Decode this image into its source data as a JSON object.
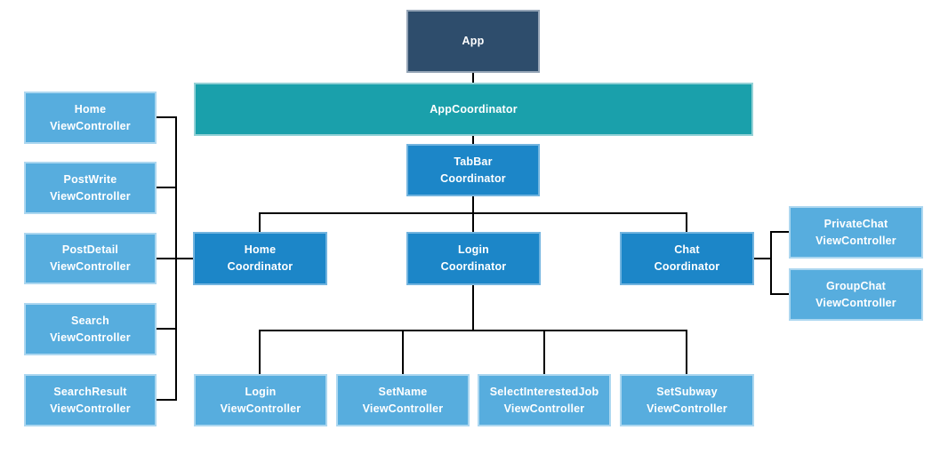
{
  "palette": {
    "background": "#FFFFFF",
    "text": "#FFFFFF",
    "line": "#000000",
    "dark_navy": "#2E4D6C",
    "teal": "#1AA0AB",
    "blue": "#1C86C8",
    "light_blue": "#57ADDE"
  },
  "nodes": {
    "app": {
      "label": "App",
      "type": "root"
    },
    "app_coordinator": {
      "label": "AppCoordinator",
      "type": "coordinator"
    },
    "tabbar_coordinator": {
      "label": "TabBar\nCoordinator",
      "type": "coordinator"
    },
    "home_coordinator": {
      "label": "Home\nCoordinator",
      "type": "coordinator"
    },
    "login_coordinator": {
      "label": "Login\nCoordinator",
      "type": "coordinator"
    },
    "chat_coordinator": {
      "label": "Chat\nCoordinator",
      "type": "coordinator"
    },
    "home_vc": {
      "label": "Home\nViewController",
      "type": "view-controller"
    },
    "postwrite_vc": {
      "label": "PostWrite\nViewController",
      "type": "view-controller"
    },
    "postdetail_vc": {
      "label": "PostDetail\nViewController",
      "type": "view-controller"
    },
    "search_vc": {
      "label": "Search\nViewController",
      "type": "view-controller"
    },
    "searchresult_vc": {
      "label": "SearchResult\nViewController",
      "type": "view-controller"
    },
    "privatechat_vc": {
      "label": "PrivateChat\nViewController",
      "type": "view-controller"
    },
    "groupchat_vc": {
      "label": "GroupChat\nViewController",
      "type": "view-controller"
    },
    "login_vc": {
      "label": "Login\nViewController",
      "type": "view-controller"
    },
    "setname_vc": {
      "label": "SetName\nViewController",
      "type": "view-controller"
    },
    "selectinterestedjob_vc": {
      "label": "SelectInterestedJob\nViewController",
      "type": "view-controller"
    },
    "setsubway_vc": {
      "label": "SetSubway\nViewController",
      "type": "view-controller"
    }
  },
  "edges": [
    {
      "from": "app",
      "to": "app_coordinator"
    },
    {
      "from": "app_coordinator",
      "to": "tabbar_coordinator"
    },
    {
      "from": "tabbar_coordinator",
      "to": "home_coordinator"
    },
    {
      "from": "tabbar_coordinator",
      "to": "login_coordinator"
    },
    {
      "from": "tabbar_coordinator",
      "to": "chat_coordinator"
    },
    {
      "from": "home_coordinator",
      "to": "home_vc"
    },
    {
      "from": "home_coordinator",
      "to": "postwrite_vc"
    },
    {
      "from": "home_coordinator",
      "to": "postdetail_vc"
    },
    {
      "from": "home_coordinator",
      "to": "search_vc"
    },
    {
      "from": "home_coordinator",
      "to": "searchresult_vc"
    },
    {
      "from": "login_coordinator",
      "to": "login_vc"
    },
    {
      "from": "login_coordinator",
      "to": "setname_vc"
    },
    {
      "from": "login_coordinator",
      "to": "selectinterestedjob_vc"
    },
    {
      "from": "login_coordinator",
      "to": "setsubway_vc"
    },
    {
      "from": "chat_coordinator",
      "to": "privatechat_vc"
    },
    {
      "from": "chat_coordinator",
      "to": "groupchat_vc"
    }
  ]
}
